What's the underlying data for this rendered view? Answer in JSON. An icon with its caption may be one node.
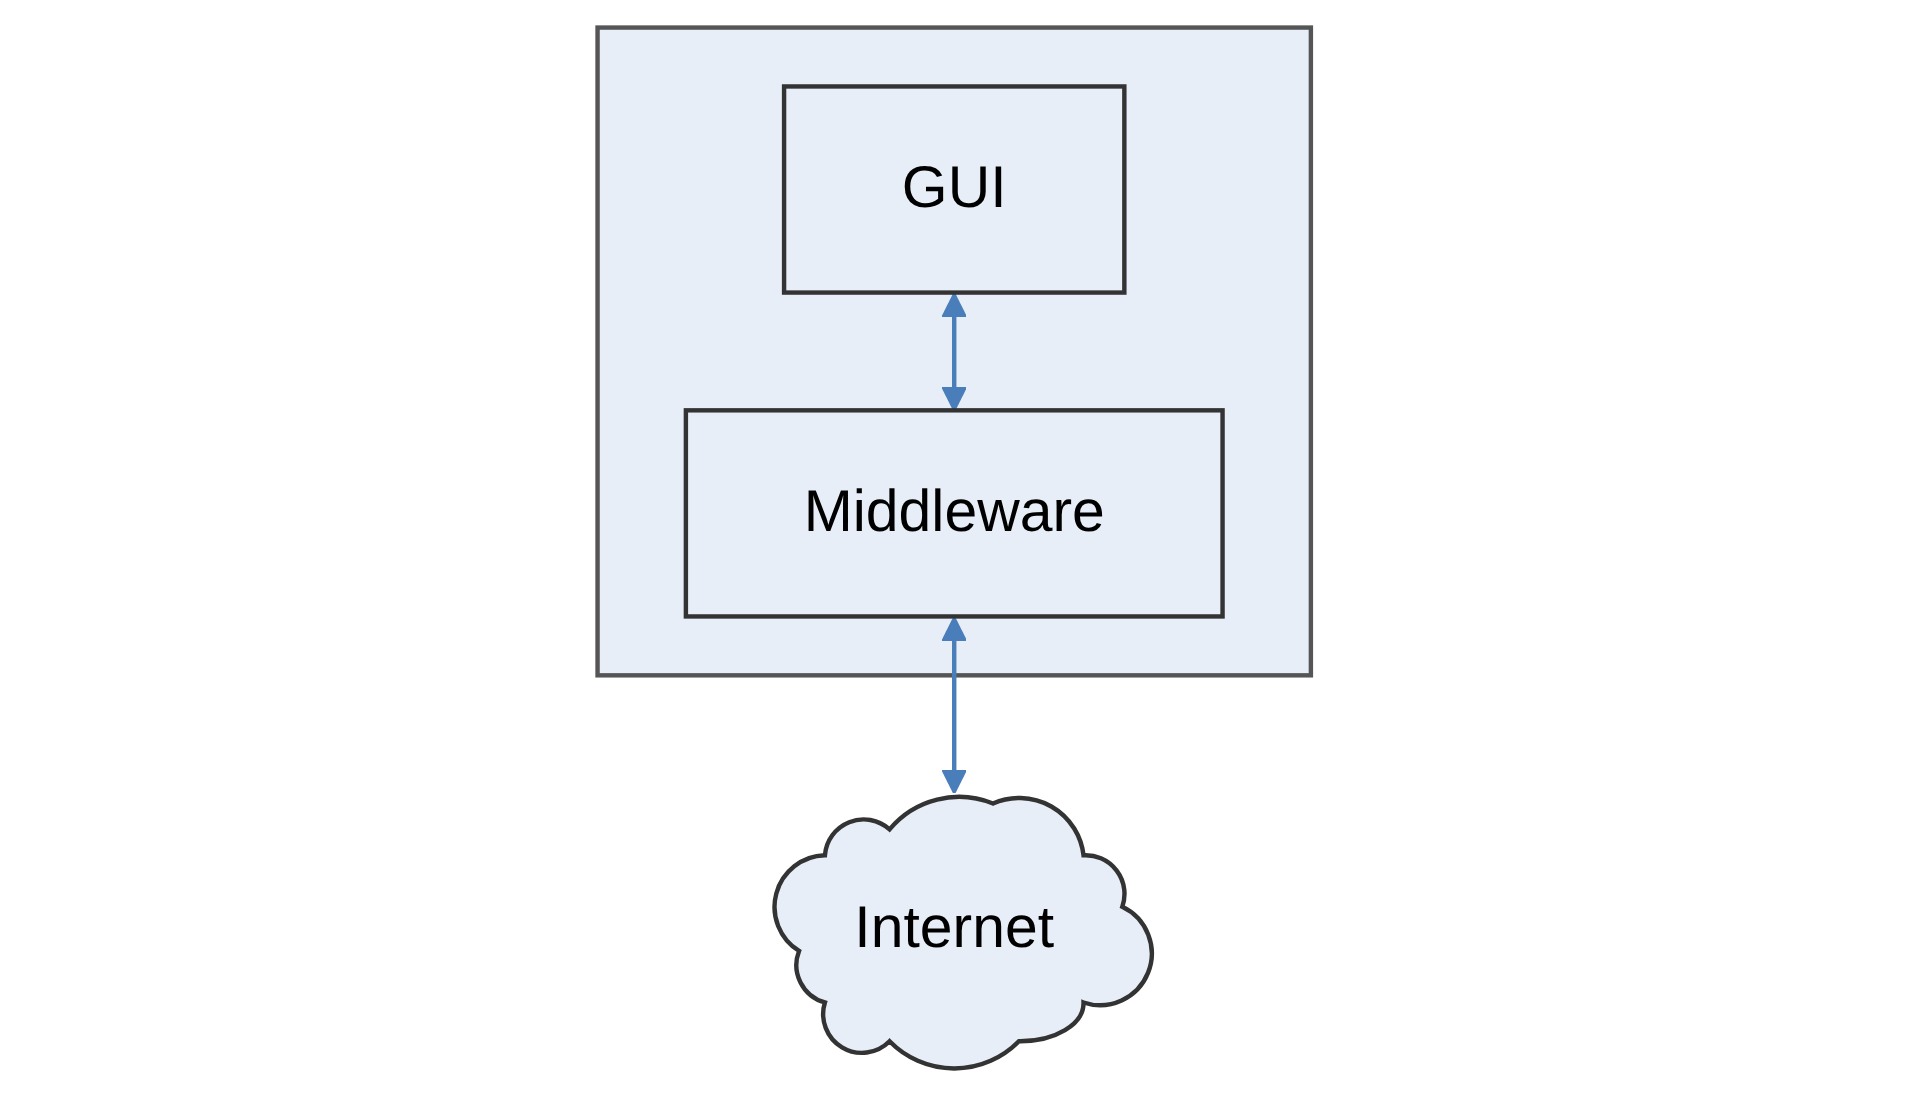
{
  "diagram": {
    "nodes": [
      {
        "text": [],
        "shape": "box"
      },
      {
        "text": [
          "GUI"
        ],
        "in": 0
      },
      {
        "text": [
          "Middleware"
        ],
        "in": 0
      },
      {
        "text": [
          "Internet"
        ]
      }
    ],
    "edges": [
      {
        "from": 1,
        "to": 2,
        "arrow": "both"
      },
      {
        "from": 2,
        "to": 3,
        "arrow": "both"
      }
    ]
  }
}
